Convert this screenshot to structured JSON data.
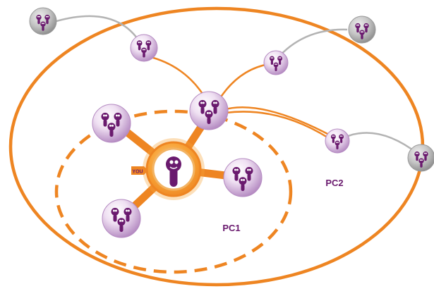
{
  "diagram": {
    "center_label": "YOU",
    "inner_circle_label": "PC1",
    "outer_circle_label": "PC2"
  },
  "colors": {
    "orange": "#ee8522",
    "center_fill": "#f7a236",
    "node_purple_light": "#f6ecf8",
    "node_purple_dark": "#b58bc2",
    "figure_purple": "#6a1a6e",
    "node_gray": "#a6a6a6",
    "link_gray": "#b3b3b3",
    "label_purple": "#6a1a6e"
  },
  "icons": {
    "center": "person-icon",
    "group_node": "people-group-icon"
  }
}
